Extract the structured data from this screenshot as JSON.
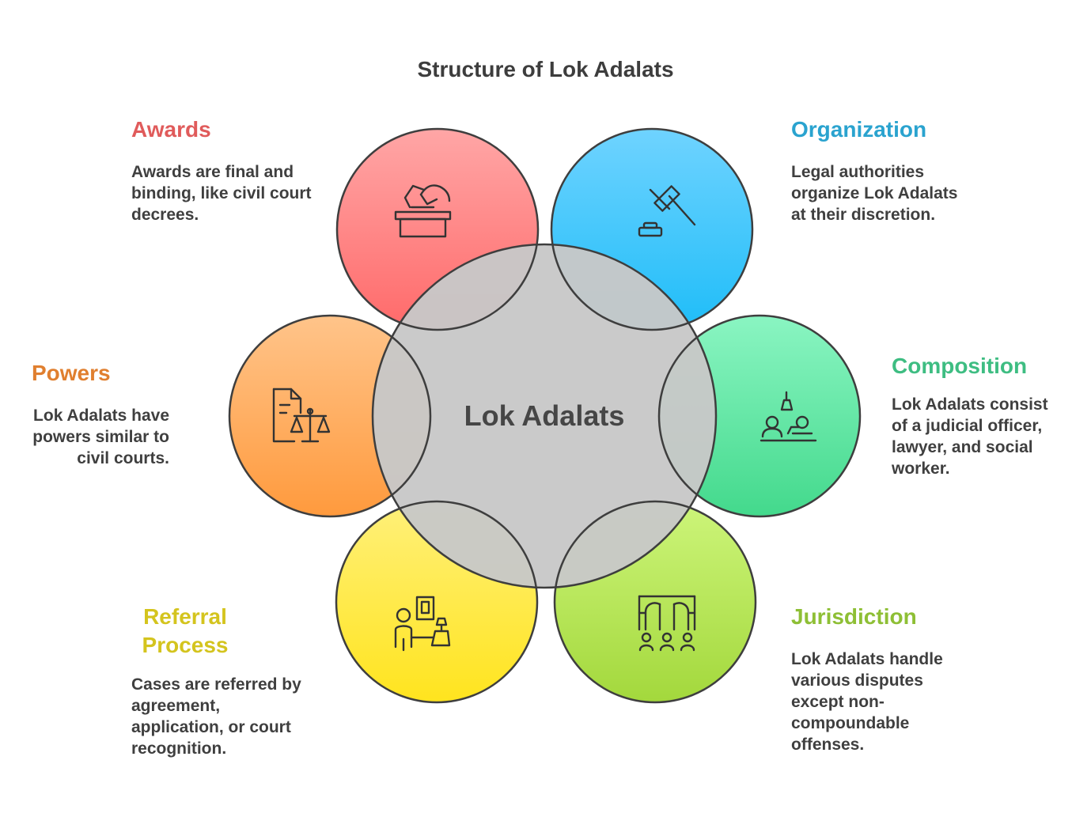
{
  "title": "Structure of Lok Adalats",
  "center": {
    "label": "Lok Adalats",
    "fill_color": "#c8c8c8"
  },
  "segments": [
    {
      "id": "awards",
      "label": "Awards",
      "description": "Awards are final and binding, like civil court decrees.",
      "color": "#e05b5b",
      "fill_top": "#ffa6a6",
      "fill_bottom": "#ff6a6a",
      "icon": "ballot-box-icon"
    },
    {
      "id": "organization",
      "label": "Organization",
      "description": "Legal authorities organize Lok Adalats at their discretion.",
      "color": "#2aa3cf",
      "fill_top": "#6fd3ff",
      "fill_bottom": "#1fbdf8",
      "icon": "gavel-icon"
    },
    {
      "id": "composition",
      "label": "Composition",
      "description": "Lok Adalats consist of a judicial officer, lawyer, and social worker.",
      "color": "#3ebd82",
      "fill_top": "#8af5c2",
      "fill_bottom": "#43d98c",
      "icon": "panel-members-icon"
    },
    {
      "id": "jurisdiction",
      "label": "Jurisdiction",
      "description": "Lok Adalats handle various disputes except non-compoundable offenses.",
      "color": "#8ebf35",
      "fill_top": "#cdf57a",
      "fill_bottom": "#a3d83c",
      "icon": "courtroom-icon"
    },
    {
      "id": "referral",
      "label": "Referral Process",
      "description": "Cases are referred by agreement, application, or court recognition.",
      "color": "#d4c41e",
      "fill_top": "#fff07a",
      "fill_bottom": "#ffe41e",
      "icon": "referral-desk-icon"
    },
    {
      "id": "powers",
      "label": "Powers",
      "description": "Lok Adalats have powers similar to civil courts.",
      "color": "#e07f2f",
      "fill_top": "#ffc48a",
      "fill_bottom": "#ff9a3d",
      "icon": "document-scales-icon"
    }
  ]
}
